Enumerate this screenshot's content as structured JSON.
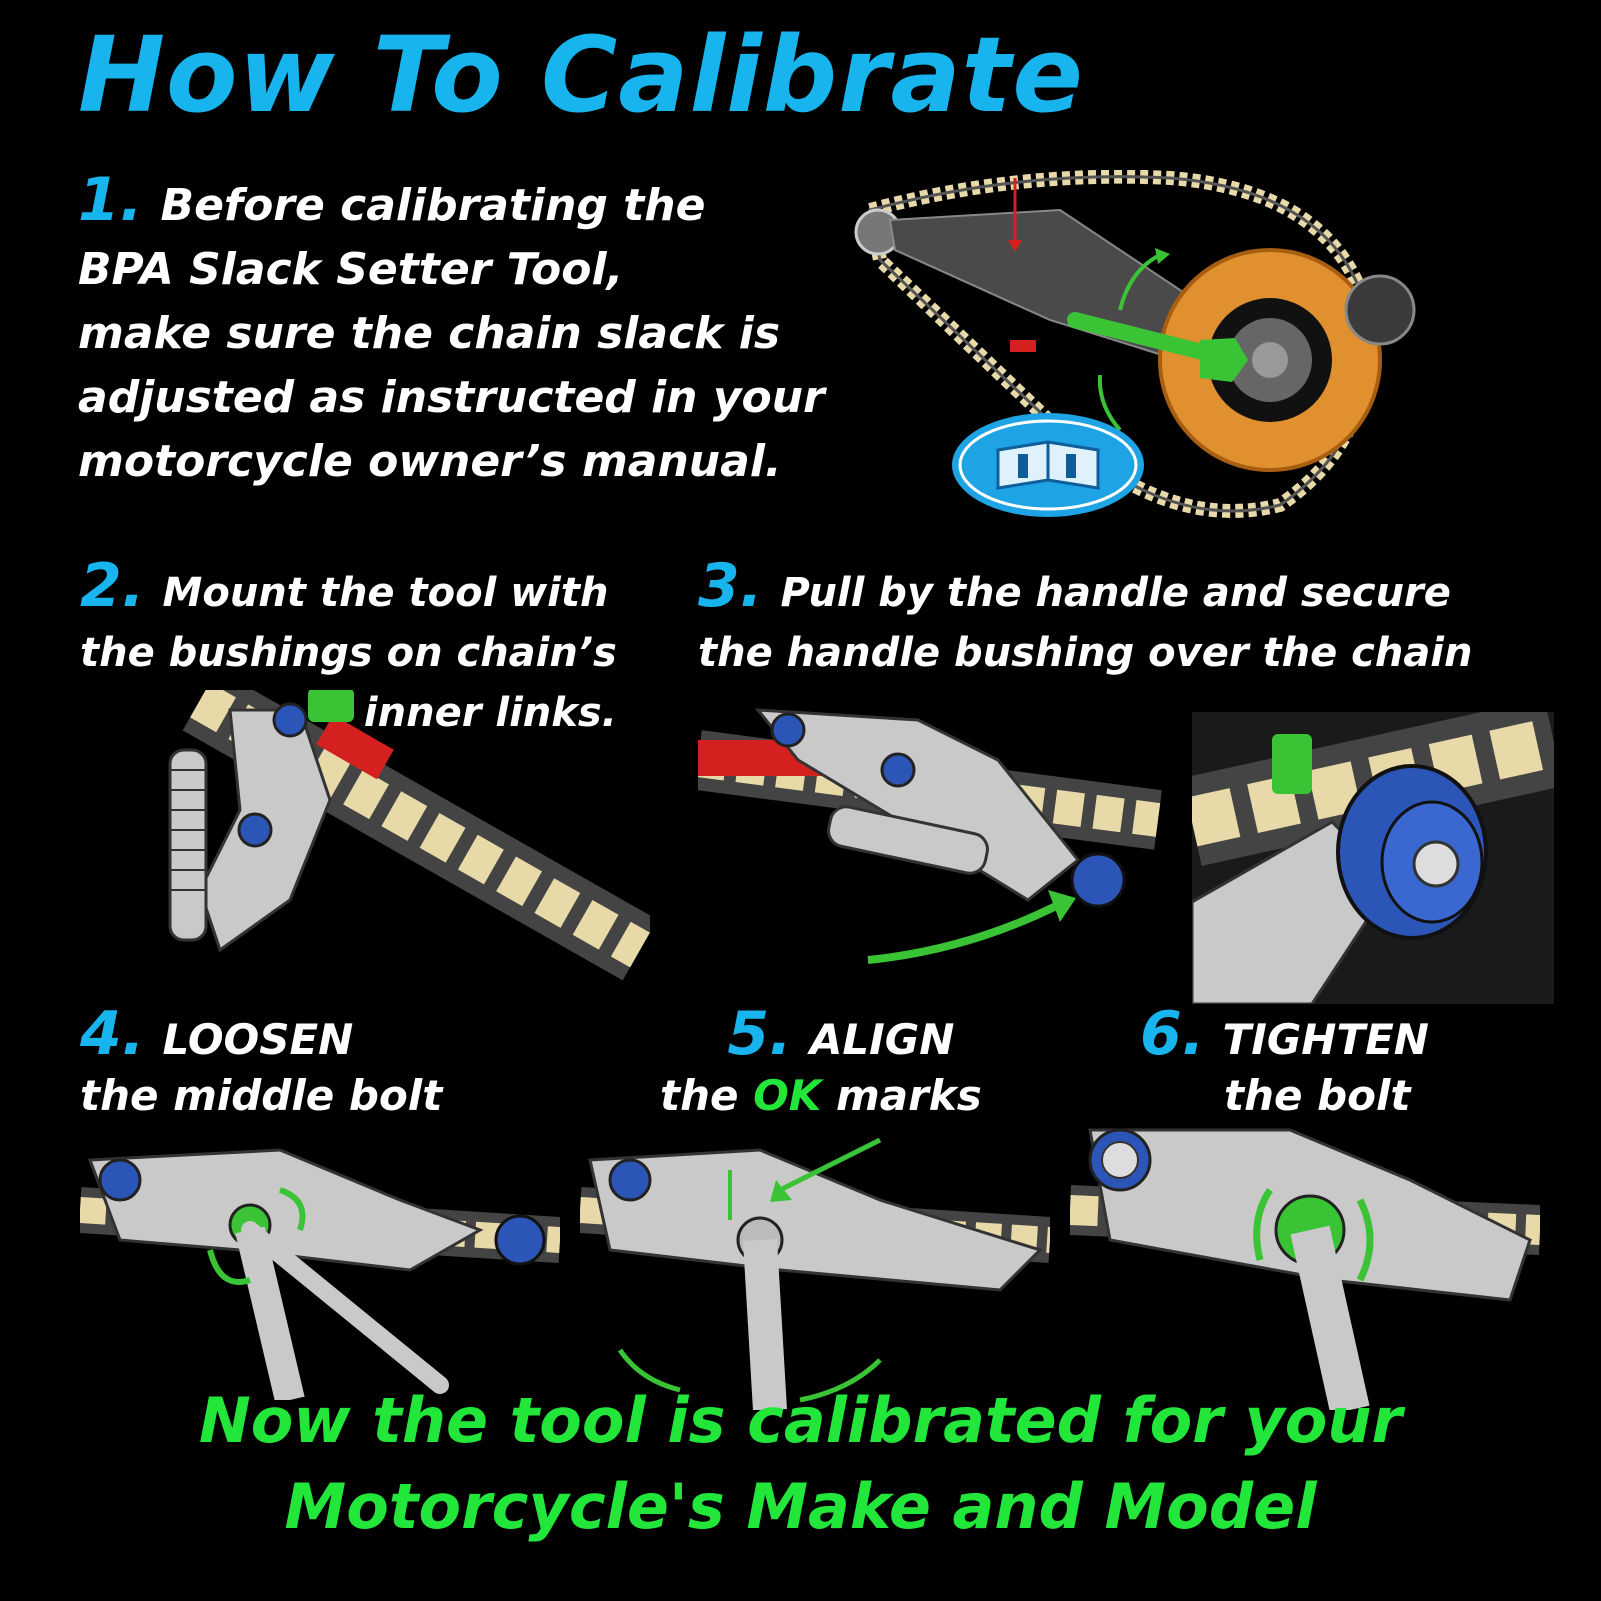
{
  "title": "How To Calibrate",
  "steps": [
    {
      "num": "1.",
      "lines": [
        "Before calibrating the",
        "BPA Slack Setter Tool,",
        "make sure the chain slack is",
        "adjusted as instructed in your",
        "motorcycle owner’s manual."
      ]
    },
    {
      "num": "2.",
      "lines": [
        "Mount the tool with",
        "the bushings on chain’s",
        "inner links."
      ]
    },
    {
      "num": "3.",
      "lines": [
        "Pull by the handle and secure",
        "the handle bushing over the chain"
      ]
    },
    {
      "num": "4.",
      "verb": "LOOSEN",
      "rest": "the middle bolt"
    },
    {
      "num": "5.",
      "verb": "ALIGN",
      "rest_pre": "the ",
      "ok": "OK",
      "rest_post": " marks"
    },
    {
      "num": "6.",
      "verb": "TIGHTEN",
      "rest": "the bolt"
    }
  ],
  "footer": [
    "Now the tool is calibrated for your",
    "Motorcycle's Make and Model"
  ],
  "colors": {
    "accent_blue": "#18b4ee",
    "accent_green": "#22e63a",
    "chain_gold": "#e8d9a8",
    "tool_grey": "#c9c9c9",
    "bushing_blue": "#2c55b8",
    "sprocket_orange": "#e0902e"
  },
  "icons": [
    "owner-manual-info-icon",
    "sprocket-chain-illustration",
    "tool-mount-illustration",
    "tool-pull-illustration",
    "bushing-closeup-illustration",
    "loosen-bolt-illustration",
    "align-marks-illustration",
    "tighten-bolt-illustration"
  ]
}
